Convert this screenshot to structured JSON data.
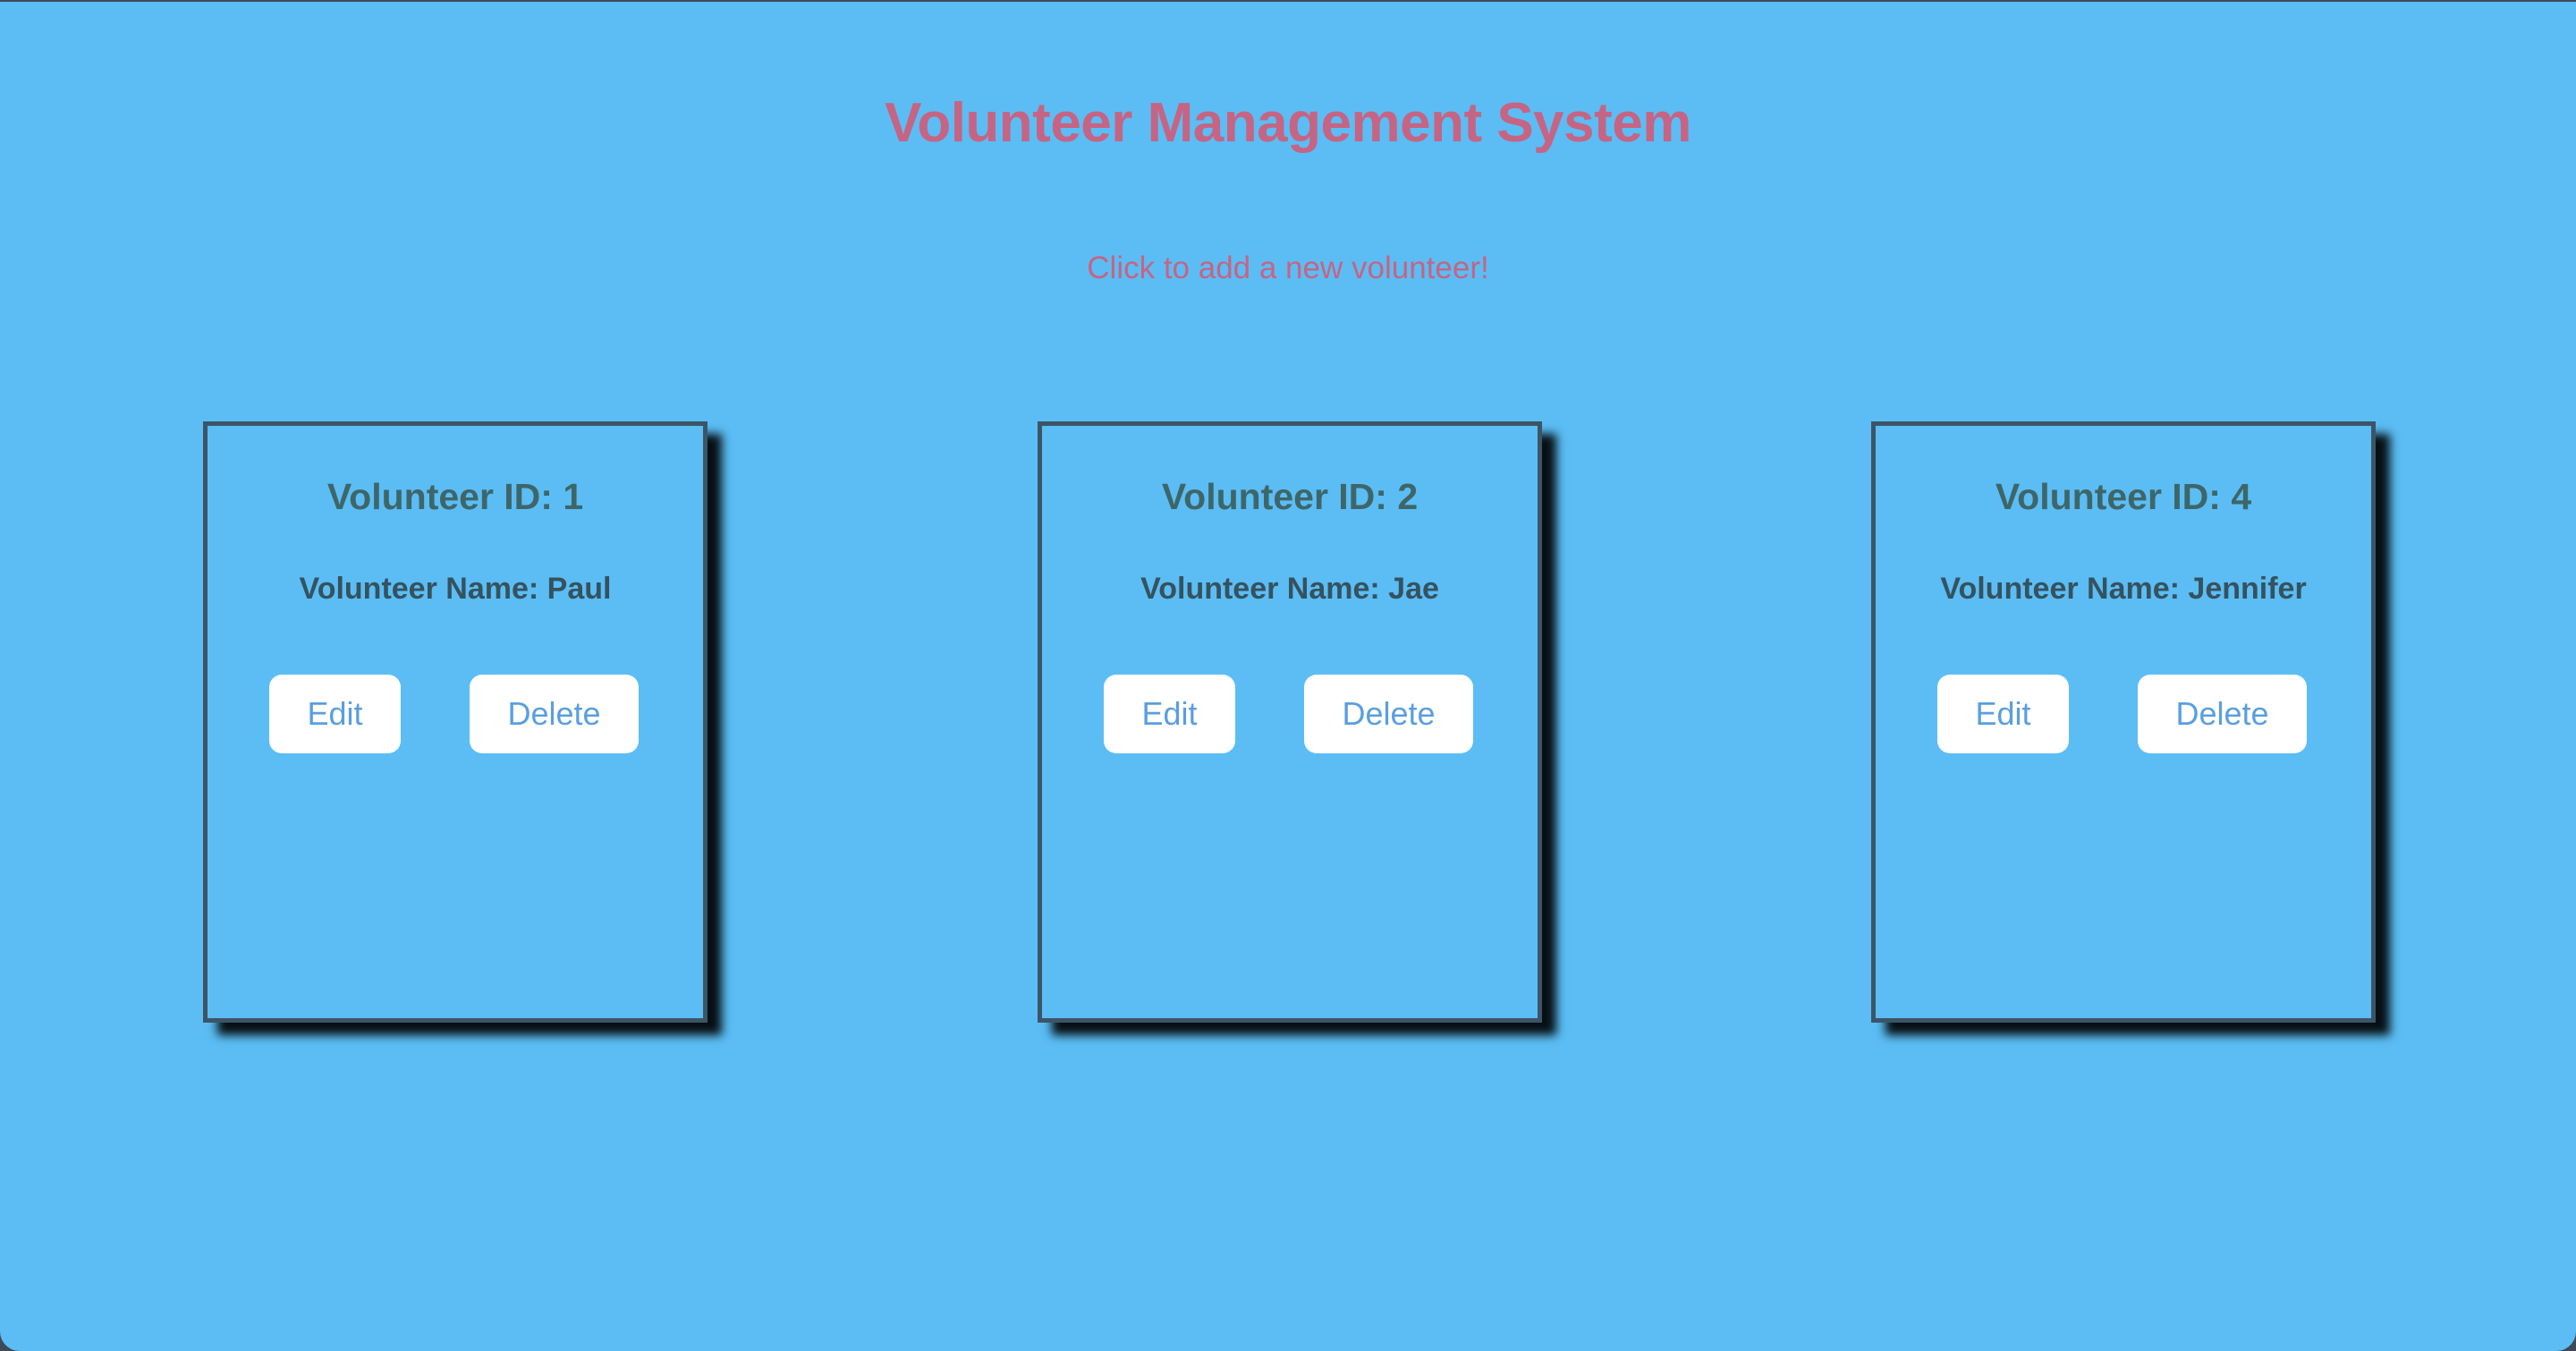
{
  "header": {
    "title": "Volunteer Management System",
    "add_label": "Click to add a new volunteer!"
  },
  "volunteers": [
    {
      "id_label": "Volunteer ID: 1",
      "name_label": "Volunteer Name: Paul",
      "edit_label": "Edit",
      "delete_label": "Delete"
    },
    {
      "id_label": "Volunteer ID: 2",
      "name_label": "Volunteer Name: Jae",
      "edit_label": "Edit",
      "delete_label": "Delete"
    },
    {
      "id_label": "Volunteer ID: 4",
      "name_label": "Volunteer Name: Jennifer",
      "edit_label": "Edit",
      "delete_label": "Delete"
    }
  ],
  "colors": {
    "background": "#5bbdf4",
    "title": "#c66484",
    "card_border": "#3c5566",
    "button_bg": "#ffffff",
    "button_text": "#5a9ee0"
  }
}
